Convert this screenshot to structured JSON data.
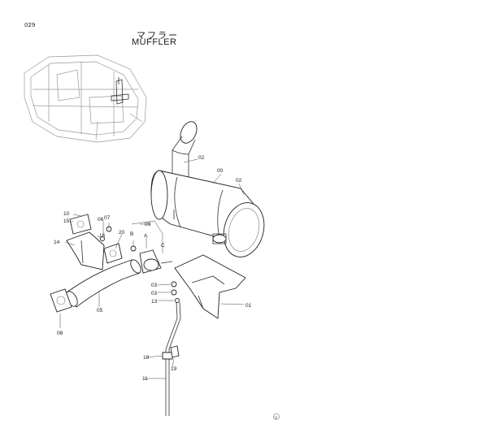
{
  "page_number": "029",
  "title_jp": "マフラー",
  "title_en": "MUFFLER",
  "callouts": {
    "c00": "00",
    "c01": "01",
    "c02a": "02",
    "c02b": "02",
    "c03a": "03",
    "c03b": "03",
    "c05": "05",
    "c06": "06",
    "c07": "07",
    "c08": "08",
    "c09": "09",
    "c10": "10",
    "c11": "11",
    "c13": "13",
    "c14": "14",
    "c15": "15",
    "c16": "16",
    "c18": "18",
    "c19": "19",
    "c20": "20",
    "cA": "A",
    "cB": "B",
    "cC": "C"
  },
  "footer_mark": "U"
}
